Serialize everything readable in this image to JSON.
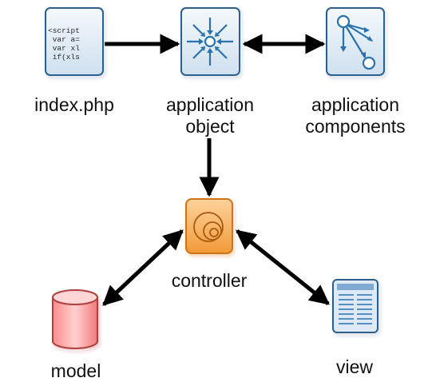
{
  "nodes": {
    "index": {
      "label": "index.php",
      "code_lines": [
        "<script",
        " var a=",
        " var xl",
        " if(xls"
      ]
    },
    "application_object": {
      "label_line1": "application",
      "label_line2": "object"
    },
    "application_components": {
      "label_line1": "application",
      "label_line2": "components"
    },
    "controller": {
      "label": "controller"
    },
    "model": {
      "label": "model"
    },
    "view": {
      "label": "view"
    }
  },
  "colors": {
    "blue_fill": "#e3eef8",
    "blue_stroke": "#2c5f8f",
    "blue_icon": "#2872ae",
    "orange_fill": "#f8b15a",
    "orange_stroke": "#d07418",
    "red_fill": "#ffb3b3",
    "red_stroke": "#b04040",
    "arrow": "#000000"
  }
}
